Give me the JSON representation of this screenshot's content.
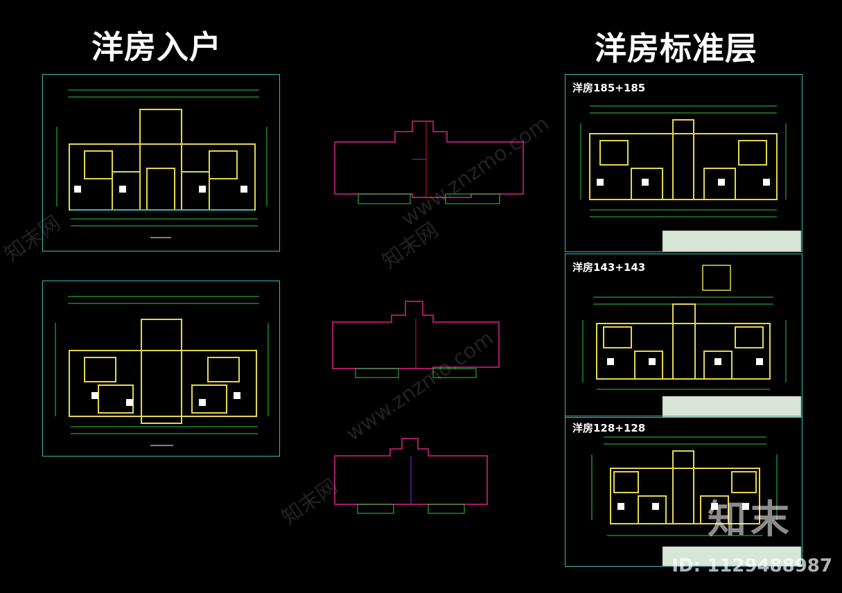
{
  "headings": {
    "left": "洋房入户",
    "right": "洋房标准层"
  },
  "plans": {
    "std1": "洋房185+185",
    "std2": "洋房143+143",
    "std3": "洋房128+128"
  },
  "watermarks": {
    "site": "www.znzmo.com",
    "cn": "知末网"
  },
  "brand": {
    "logo": "知末",
    "id": "ID: 1129488987"
  },
  "colors": {
    "frame": "#3fb8b8",
    "wall": "#e6d84a",
    "dim": "#2ecc40",
    "magenta": "#e0208c",
    "red": "#d01818",
    "purple": "#8a2be2"
  }
}
